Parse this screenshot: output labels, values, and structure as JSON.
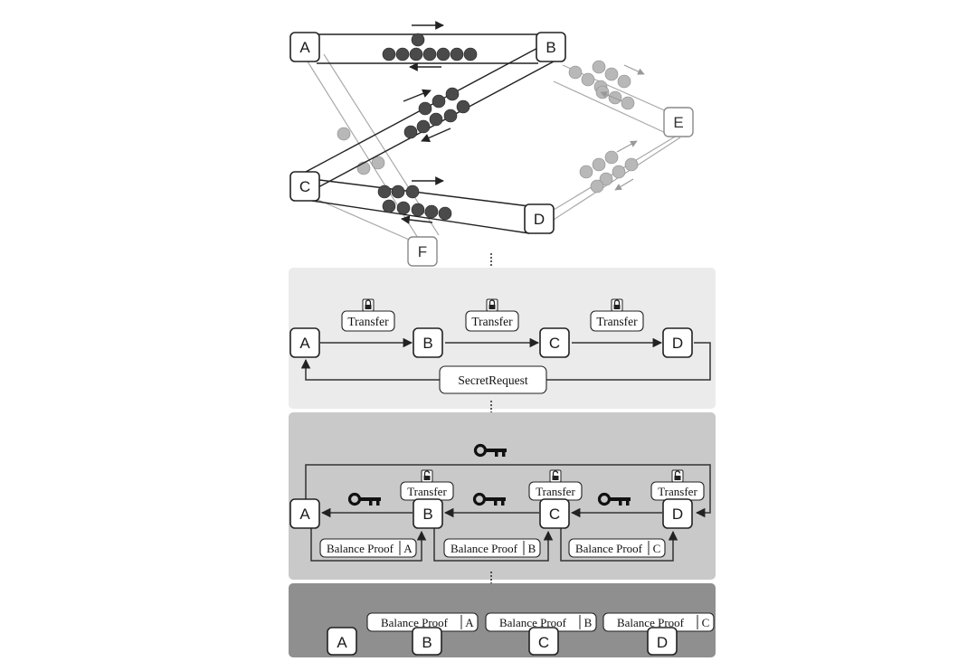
{
  "nodes": {
    "a": "A",
    "b": "B",
    "c": "C",
    "d": "D",
    "e": "E",
    "f": "F"
  },
  "stage2": {
    "transfer_1": "Transfer",
    "transfer_2": "Transfer",
    "transfer_3": "Transfer",
    "secret_request": "SecretRequest"
  },
  "stage3": {
    "transfer_1": "Transfer",
    "transfer_2": "Transfer",
    "transfer_3": "Transfer",
    "balance_proof_1": "Balance Proof",
    "balance_proof_1_party": "A",
    "balance_proof_2": "Balance Proof",
    "balance_proof_2_party": "B",
    "balance_proof_3": "Balance Proof",
    "balance_proof_3_party": "C"
  },
  "stage4": {
    "balance_proof_1": "Balance Proof",
    "balance_proof_1_party": "A",
    "balance_proof_2": "Balance Proof",
    "balance_proof_2_party": "B",
    "balance_proof_3": "Balance Proof",
    "balance_proof_3_party": "C"
  },
  "colors": {
    "panel_1": "#ebebeb",
    "panel_2": "#c9c9c9",
    "panel_3": "#8f8f8f",
    "token_dark": "#4a4a4a",
    "token_light": "#b8b8b8"
  }
}
